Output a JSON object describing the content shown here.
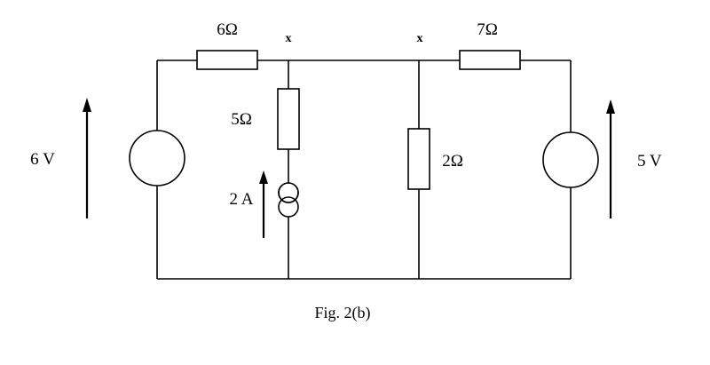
{
  "labels": {
    "r_top_left": "6Ω",
    "r_top_right": "7Ω",
    "r_left_branch": "5Ω",
    "r_mid_branch": "2Ω",
    "v_left": "6 V",
    "v_right": "5 V",
    "i_source": "2 A",
    "node_left": "x",
    "node_right": "x"
  },
  "caption": "Fig. 2(b)"
}
